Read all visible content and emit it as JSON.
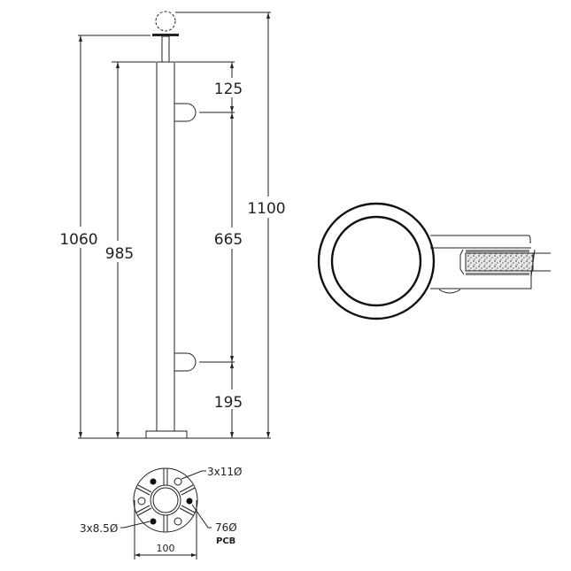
{
  "drawing": {
    "elevation": {
      "dimensions": {
        "overall_height": "1100",
        "height_to_top_plate": "1060",
        "post_height": "985",
        "top_to_upper_bracket": "125",
        "bracket_spacing": "665",
        "lower_bracket_to_floor": "195"
      }
    },
    "plan_base": {
      "large_holes": "3x11Ø",
      "small_holes": "3x8.5Ø",
      "pcd": "76Ø",
      "pcd_label": "PCB",
      "base_diameter": "100"
    },
    "colors": {
      "line": "#222222",
      "glass_fill": "#cfcfcf"
    }
  }
}
